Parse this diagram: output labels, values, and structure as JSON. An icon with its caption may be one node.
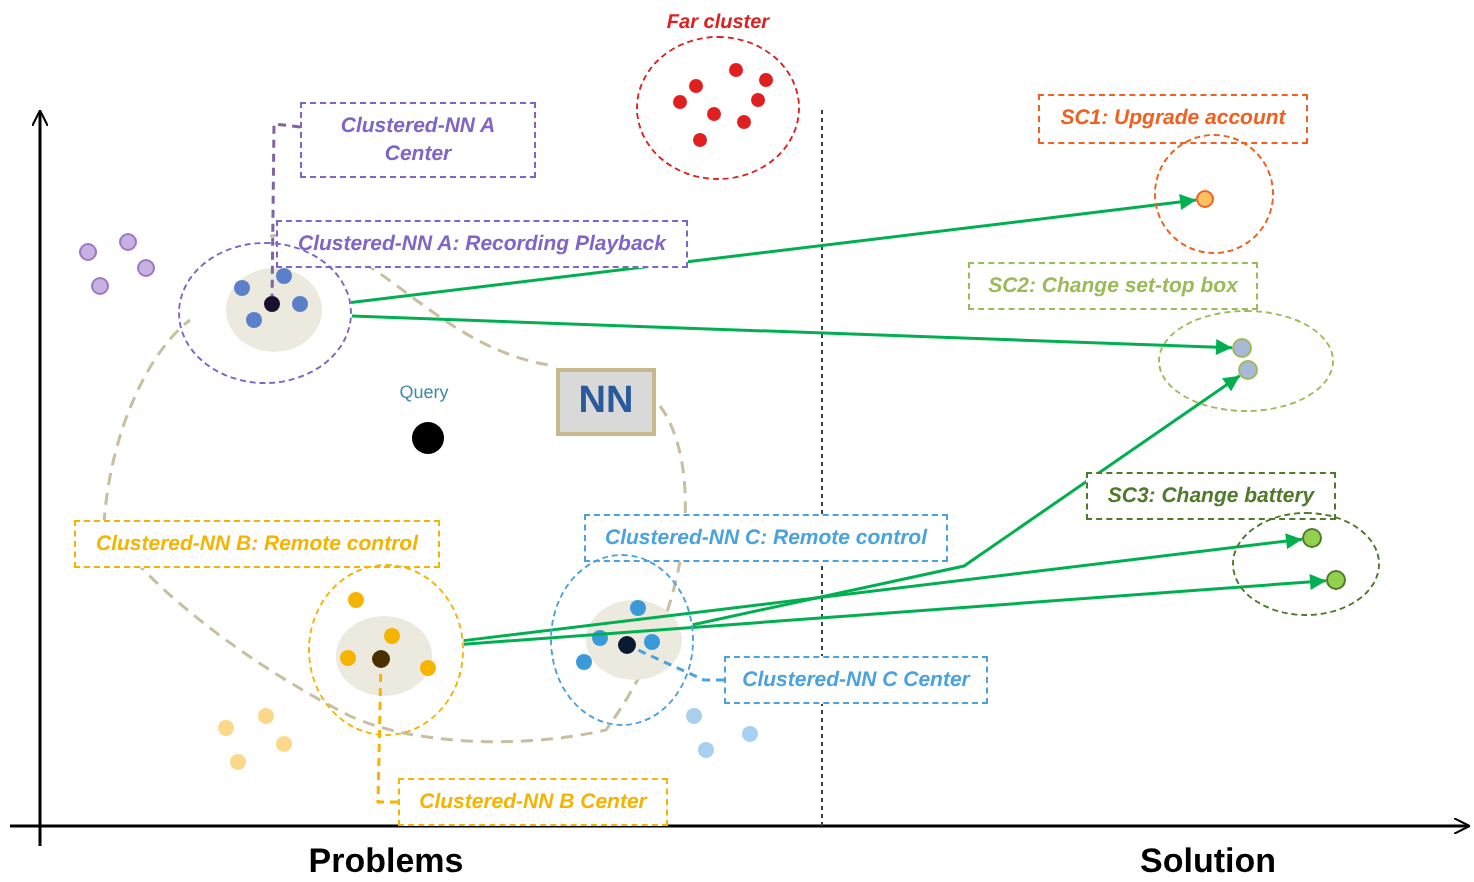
{
  "diagram": {
    "nodes": [
      {
        "text": [
          "Far cluster"
        ]
      },
      {
        "text": [
          "Clustered-NN A Center"
        ]
      },
      {
        "text": [
          "SC1: Upgrade account"
        ]
      },
      {
        "text": [
          "Clustered-NN A: Recording Playback"
        ]
      },
      {
        "text": [],
        "shape": "circle"
      },
      {
        "text": [],
        "shape": "circle",
        "in": 4
      },
      {
        "text": [],
        "shape": "circle"
      },
      {
        "text": [],
        "shape": "circle",
        "in": 6
      },
      {
        "text": [
          "SC2: Change set-top box"
        ]
      },
      {
        "text": [],
        "shape": "circle"
      },
      {
        "text": [],
        "shape": "circle",
        "in": 9
      },
      {
        "text": [],
        "shape": "circle",
        "in": 9
      },
      {
        "text": [
          "NN"
        ]
      },
      {
        "text": [
          "SC3: Change battery"
        ]
      },
      {
        "text": [
          "Clustered-NN B: Remote control"
        ]
      },
      {
        "text": [
          "Clustered-NN C: Remote control"
        ]
      },
      {
        "text": [],
        "shape": "circle"
      },
      {
        "text": [],
        "shape": "circle",
        "in": 16
      },
      {
        "text": [],
        "shape": "circle",
        "in": 16
      },
      {
        "text": [],
        "shape": "circle"
      },
      {
        "text": [],
        "shape": "circle",
        "in": 19
      },
      {
        "text": [],
        "shape": "circle"
      },
      {
        "text": [],
        "shape": "circle",
        "in": 21
      },
      {
        "text": [
          "Clustered-NN C Center"
        ]
      },
      {
        "text": [
          "Clustered-NN B Center"
        ]
      }
    ],
    "edges": [
      {
        "from": 1,
        "to": 5,
        "arrow": "none",
        "style": "dashed",
        "color": "#8064a2"
      },
      {
        "from": 4,
        "to": 7,
        "arrow": "to"
      },
      {
        "from": 4,
        "to": 10,
        "arrow": "to"
      },
      {
        "from": 21,
        "to": 11,
        "arrow": "to"
      },
      {
        "from": 19,
        "to": 17,
        "arrow": "to"
      },
      {
        "from": 19,
        "to": 18,
        "arrow": "to"
      },
      {
        "from": 24,
        "to": 20,
        "arrow": "none",
        "style": "dashed",
        "color": "#f5b400"
      },
      {
        "from": 23,
        "to": 22,
        "arrow": "none",
        "style": "dashed",
        "color": "#4aa3df"
      }
    ],
    "labels": [
      "Query",
      "Problems",
      "Solution"
    ]
  }
}
